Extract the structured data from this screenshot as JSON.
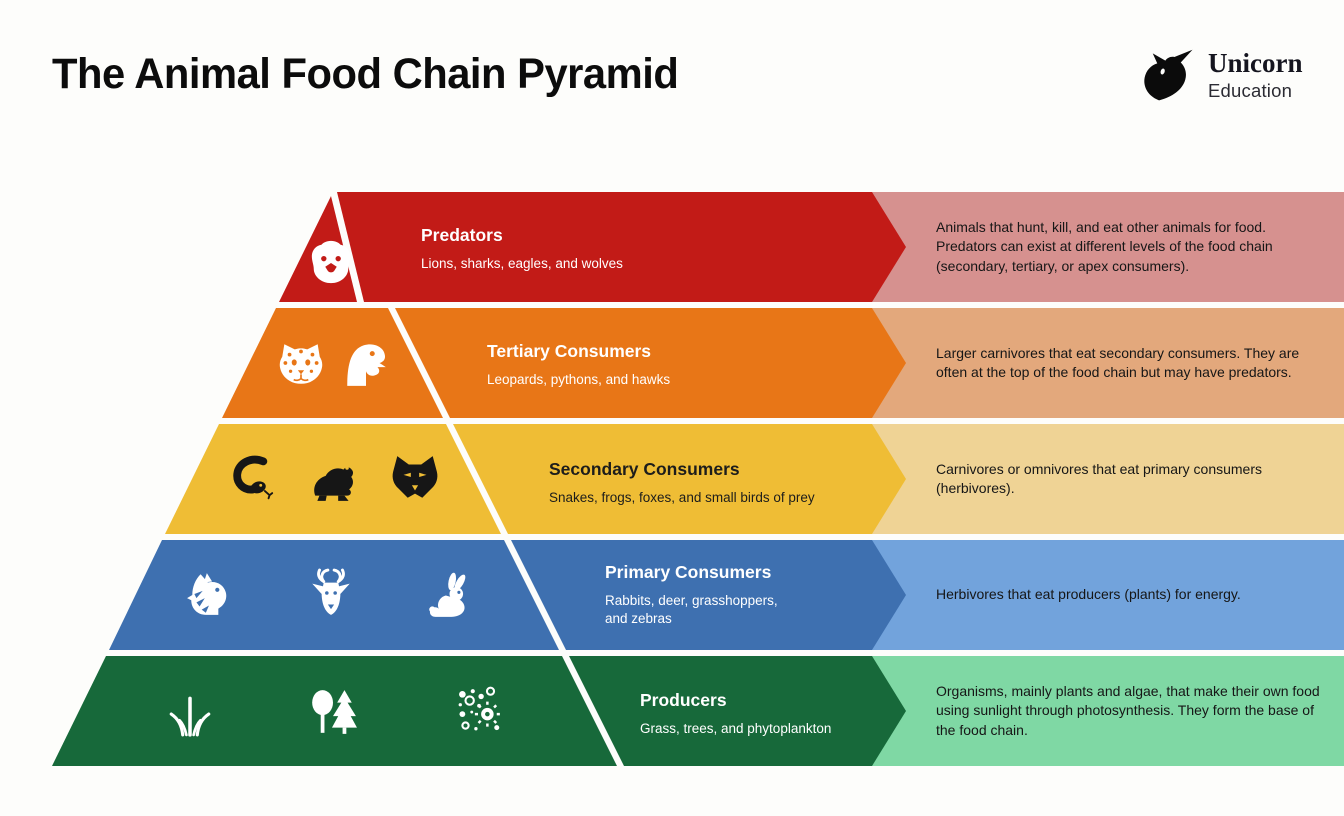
{
  "page": {
    "title": "The Animal Food Chain Pyramid"
  },
  "brand": {
    "name": "Unicorn",
    "tagline": "Education",
    "logo_icon": "unicorn-head-icon"
  },
  "levels": [
    {
      "name": "Predators",
      "examples": "Lions, sharks, eagles, and wolves",
      "description": "Animals that hunt, kill, and eat other animals for food. Predators can exist at different levels of the food chain (secondary, tertiary, or apex consumers).",
      "color": "#C21B17",
      "light_color": "#D6918F",
      "text_color": "#FFFFFF",
      "icons": [
        "lion-icon"
      ]
    },
    {
      "name": "Tertiary Consumers",
      "examples": "Leopards, pythons, and hawks",
      "description": "Larger carnivores that eat secondary consumers. They are often at the top of the food chain but may have predators.",
      "color": "#E87617",
      "light_color": "#E3A87C",
      "text_color": "#FFFFFF",
      "icons": [
        "leopard-icon",
        "hawk-icon"
      ]
    },
    {
      "name": "Secondary Consumers",
      "examples": "Snakes, frogs, foxes, and small birds of prey",
      "description": "Carnivores or omnivores that eat primary consumers (herbivores).",
      "color": "#EFBD35",
      "light_color": "#EFD395",
      "text_color": "#1D1D1B",
      "icons": [
        "snake-icon",
        "frog-icon",
        "fox-icon"
      ]
    },
    {
      "name": "Primary Consumers",
      "examples": "Rabbits, deer, grasshoppers,\nand zebras",
      "description": "Herbivores that eat producers (plants) for energy.",
      "color": "#3E70B0",
      "light_color": "#72A3DC",
      "text_color": "#FFFFFF",
      "icons": [
        "zebra-icon",
        "deer-icon",
        "rabbit-icon"
      ]
    },
    {
      "name": "Producers",
      "examples": "Grass, trees, and phytoplankton",
      "description": "Organisms, mainly plants and algae, that make their own food using sunlight through photosynthesis. They form the base of the food chain.",
      "color": "#17693A",
      "light_color": "#7FD8A4",
      "text_color": "#FFFFFF",
      "icons": [
        "grass-icon",
        "trees-icon",
        "phytoplankton-icon"
      ]
    }
  ]
}
